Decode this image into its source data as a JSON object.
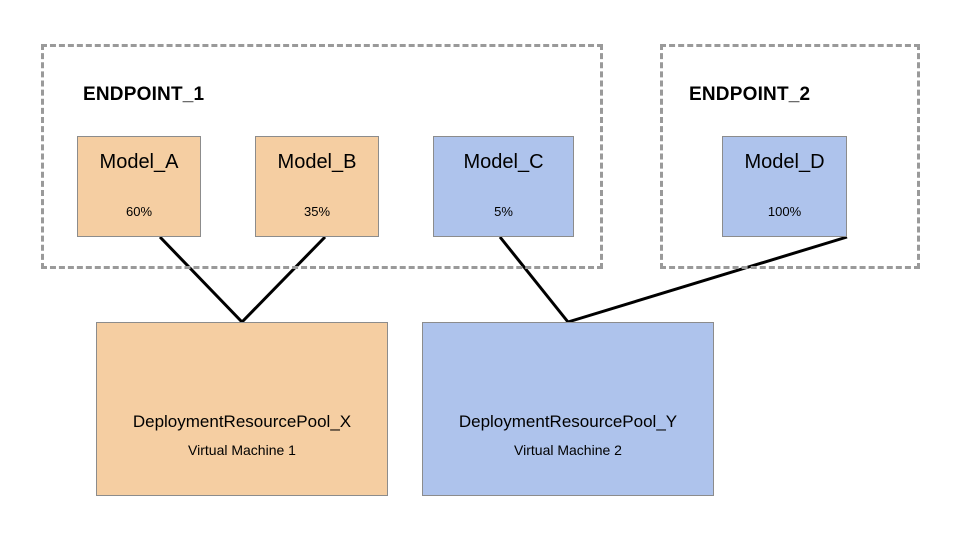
{
  "diagram": {
    "type": "deployment-architecture",
    "colors": {
      "orange_fill": "#F5CEA2",
      "blue_fill": "#AEC3EC",
      "node_border": "#8c8c8c",
      "group_border": "#9a9a9a",
      "edge": "#000000",
      "background": "#ffffff"
    },
    "groups": [
      {
        "id": "endpoint_1",
        "label": "ENDPOINT_1"
      },
      {
        "id": "endpoint_2",
        "label": "ENDPOINT_2"
      }
    ],
    "models": [
      {
        "id": "model_a",
        "name": "Model_A",
        "traffic_split": "60%",
        "color": "orange",
        "group": "ENDPOINT_1",
        "pool": "DeploymentResourcePool_X"
      },
      {
        "id": "model_b",
        "name": "Model_B",
        "traffic_split": "35%",
        "color": "orange",
        "group": "ENDPOINT_1",
        "pool": "DeploymentResourcePool_X"
      },
      {
        "id": "model_c",
        "name": "Model_C",
        "traffic_split": "5%",
        "color": "blue",
        "group": "ENDPOINT_1",
        "pool": "DeploymentResourcePool_Y"
      },
      {
        "id": "model_d",
        "name": "Model_D",
        "traffic_split": "100%",
        "color": "blue",
        "group": "ENDPOINT_2",
        "pool": "DeploymentResourcePool_Y"
      }
    ],
    "pools": [
      {
        "id": "pool_x",
        "name": "DeploymentResourcePool_X",
        "machine": "Virtual Machine 1",
        "color": "orange"
      },
      {
        "id": "pool_y",
        "name": "DeploymentResourcePool_Y",
        "machine": "Virtual Machine 2",
        "color": "blue"
      }
    ],
    "edges": [
      {
        "from": "Model_A",
        "to": "DeploymentResourcePool_X"
      },
      {
        "from": "Model_B",
        "to": "DeploymentResourcePool_X"
      },
      {
        "from": "Model_C",
        "to": "DeploymentResourcePool_Y"
      },
      {
        "from": "Model_D",
        "to": "DeploymentResourcePool_Y"
      }
    ]
  }
}
